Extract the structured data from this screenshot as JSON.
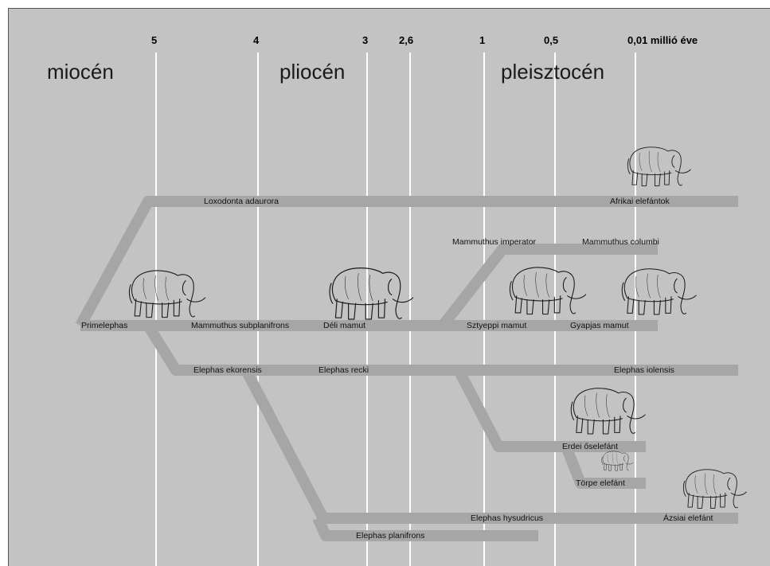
{
  "time_axis": {
    "ticks": [
      "5",
      "4",
      "3",
      "2,6",
      "1",
      "0,5",
      "0,01 millió éve"
    ]
  },
  "epochs": [
    "miocén",
    "pliocén",
    "pleisztocén"
  ],
  "labels": {
    "loxodonta_adaurora": "Loxodonta adaurora",
    "afrikai_elefantok": "Afrikai elefántok",
    "mammuthus_imperator": "Mammuthus imperator",
    "mammuthus_columbi": "Mammuthus columbi",
    "primelephas": "Primelephas",
    "mammuthus_subplanifrons": "Mammuthus subplanifrons",
    "deli_mamut": "Déli mamut",
    "sztyeppi_mamut": "Sztyeppi mamut",
    "gyapjas_mamut": "Gyapjas mamut",
    "elephas_ekorensis": "Elephas ekorensis",
    "elephas_recki": "Elephas recki",
    "elephas_iolensis": "Elephas iolensis",
    "erdei_oselefant": "Erdei őselefánt",
    "torpe_elefant": "Törpe elefánt",
    "elephas_hysudricus": "Elephas hysudricus",
    "azsiai_elefant": "Ázsiai elefánt",
    "elephas_planifrons": "Elephas planifrons"
  },
  "colors": {
    "background": "#c3c3c3",
    "branch": "#a6a6a6",
    "gridline": "#ffffff"
  },
  "icons": [
    "african-elephant-icon",
    "primelephas-elephant-icon",
    "southern-mammoth-icon",
    "steppe-mammoth-icon",
    "woolly-mammoth-icon",
    "straight-tusked-elephant-icon",
    "dwarf-elephant-icon",
    "asian-elephant-icon"
  ]
}
